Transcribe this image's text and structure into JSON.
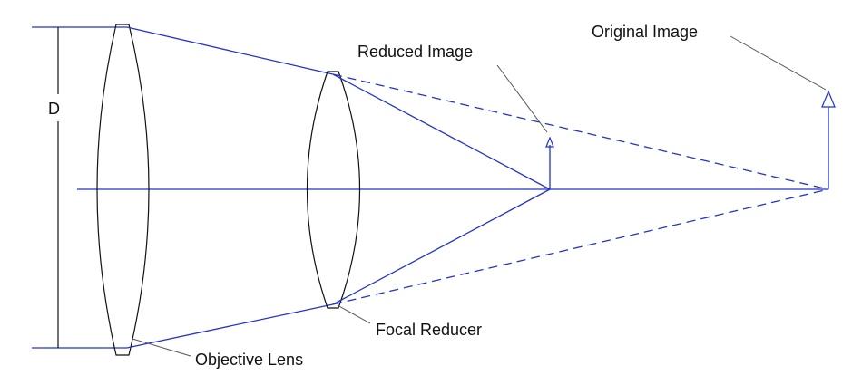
{
  "diagram": {
    "labels": {
      "diameter": "D",
      "objective_lens": "Objective Lens",
      "focal_reducer": "Focal Reducer",
      "reduced_image": "Reduced Image",
      "original_image": "Original Image"
    },
    "colors": {
      "ray": "#2233cc",
      "outline": "#111111",
      "leader": "#555555"
    }
  }
}
